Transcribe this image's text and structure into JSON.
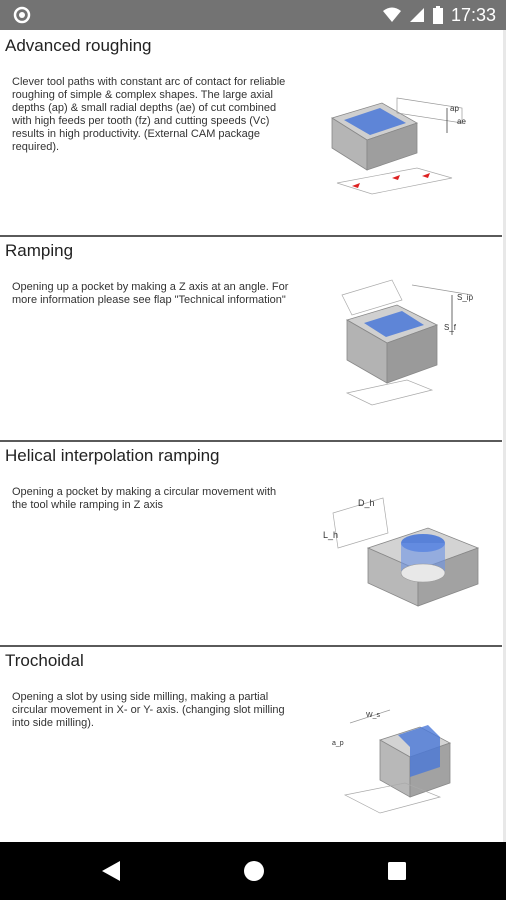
{
  "status": {
    "time": "17:33",
    "icons": [
      "app-circle-icon",
      "wifi-icon",
      "signal-icon",
      "battery-icon"
    ]
  },
  "sections": [
    {
      "title": "Advanced roughing",
      "description": "Clever tool paths with constant arc of contact for reliable roughing of simple & complex shapes. The large axial depths (ap) & small radial depths (ae) of cut combined with high feeds per tooth (fz) and cutting speeds (Vc) results in high productivity. (External CAM package required).",
      "image_labels": {
        "a": "ap",
        "b": "ae"
      }
    },
    {
      "title": "Ramping",
      "description": "Opening up a pocket by making a Z axis at an angle. For more information please see flap \"Technical information\"",
      "image_labels": {
        "a": "S_ip",
        "b": "S_f"
      }
    },
    {
      "title": "Helical interpolation ramping",
      "description": "Opening a pocket by making a circular movement with the tool while ramping in Z axis",
      "image_labels": {
        "a": "D_h",
        "b": "L_h"
      }
    },
    {
      "title": "Trochoidal",
      "description": "Opening a slot by using side milling, making a partial circular movement in X- or Y- axis. (changing slot milling into side milling).",
      "image_labels": {
        "a": "W_s",
        "b": "a_p"
      }
    }
  ],
  "navigation": {
    "buttons": [
      "back-icon",
      "home-icon",
      "recents-icon"
    ]
  },
  "colors": {
    "status_bar": "#737373",
    "nav_bar": "#000000",
    "accent_blue": "#4a78d8",
    "divider": "#5a5a5a"
  }
}
